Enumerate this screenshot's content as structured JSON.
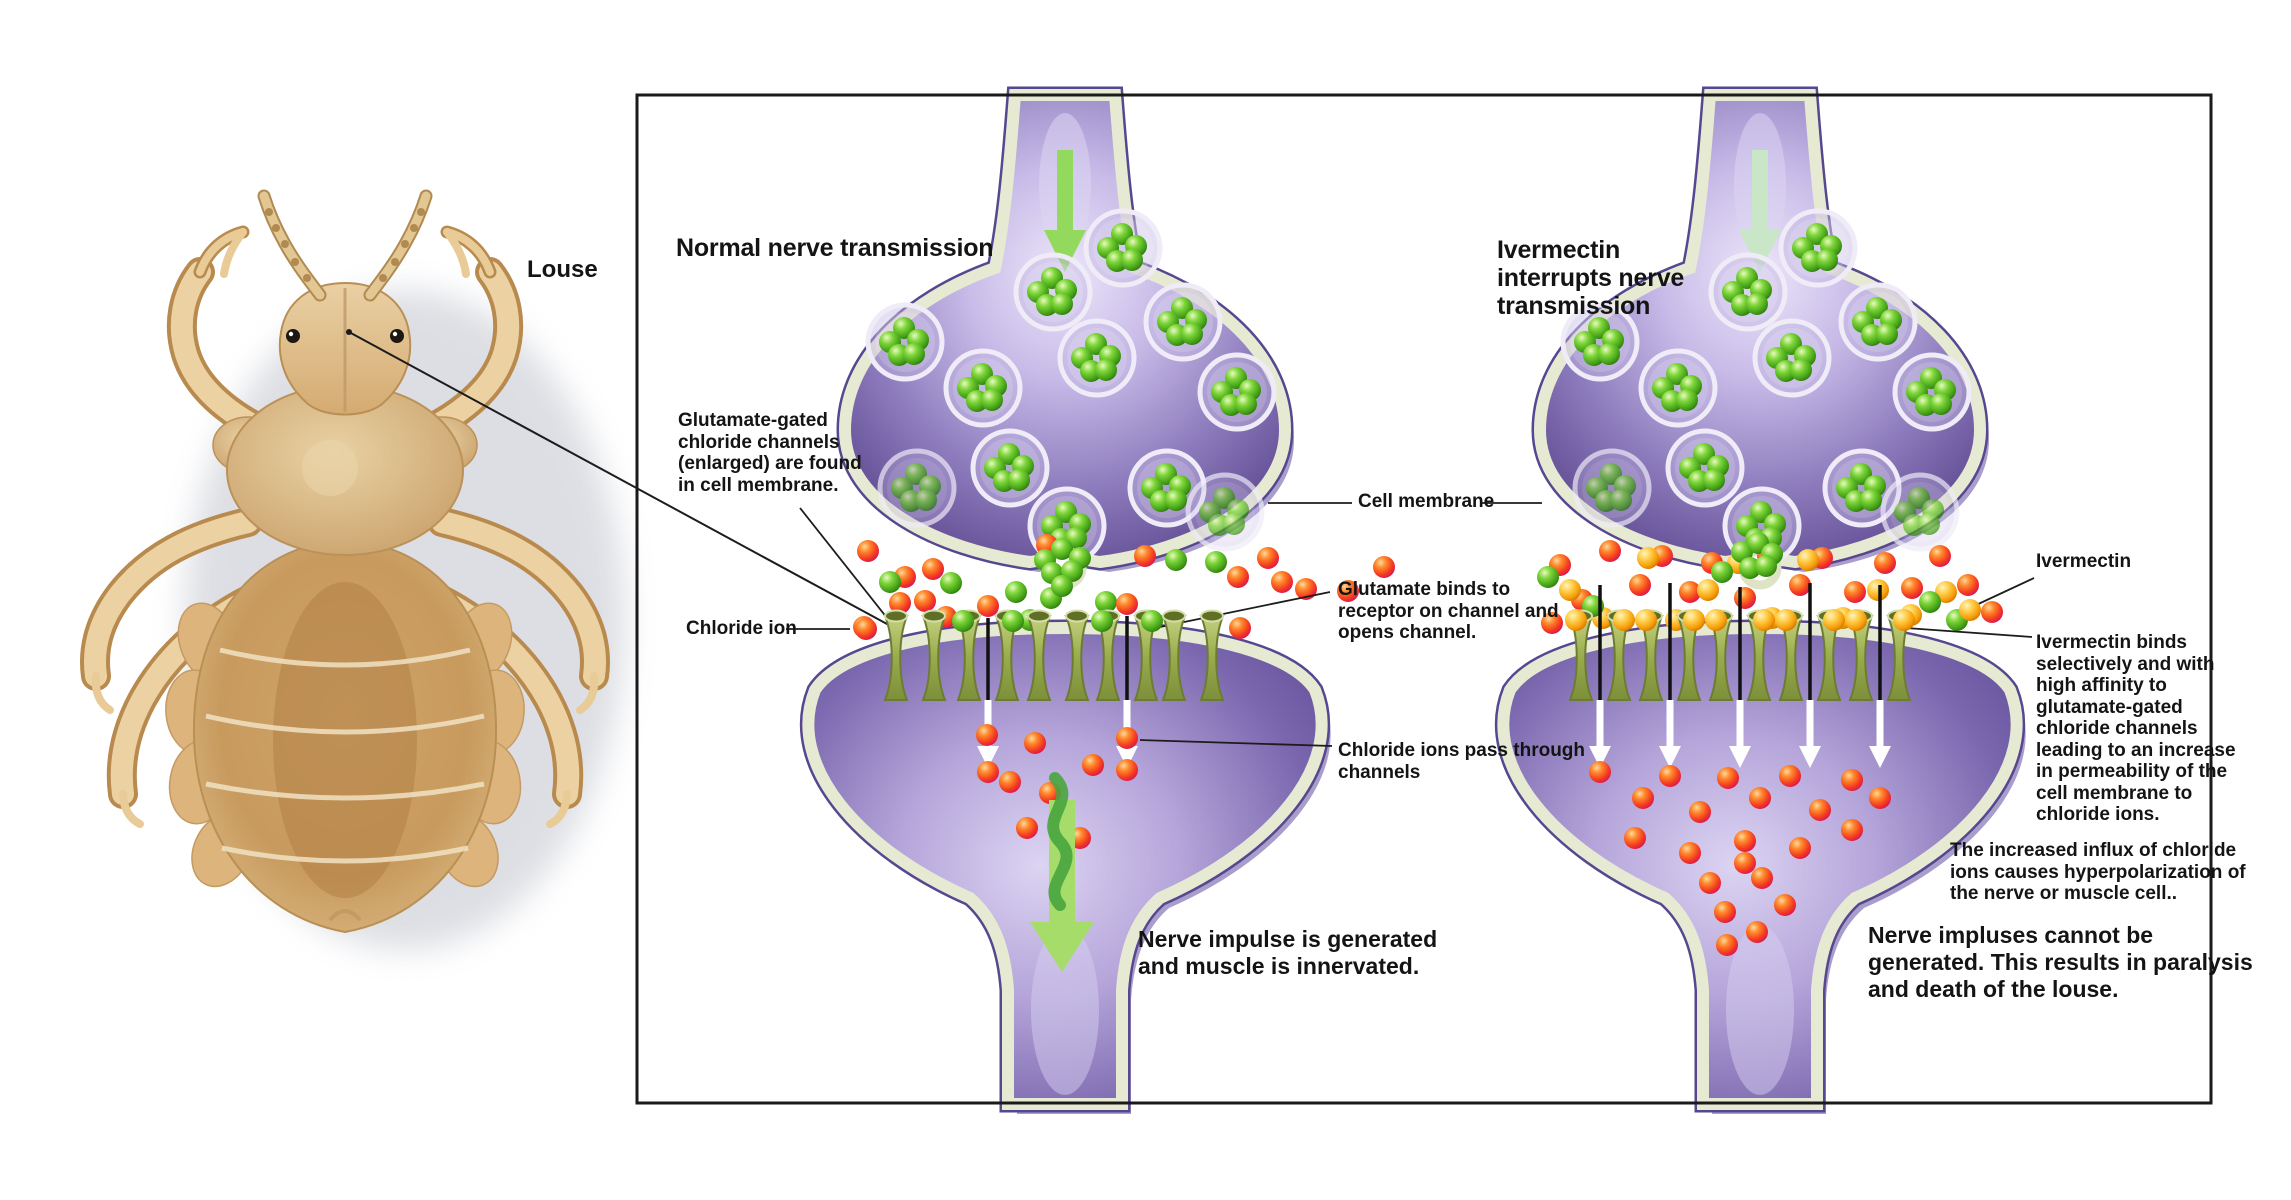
{
  "figure": {
    "louse_label": "Louse",
    "labels": {
      "cell_membrane": "Cell membrane"
    },
    "left_panel": {
      "title": "Normal nerve transmission",
      "labels": {
        "channels": "Glutamate-gated\nchloride channels\n(enlarged) are found\nin cell membrane.",
        "chloride_ion": "Chloride ion",
        "glutamate_binds": "Glutamate binds to\nreceptor on channel and\nopens channel.",
        "chloride_pass": "Chloride ions pass through\nchannels",
        "outcome": "Nerve impulse is generated\nand muscle is innervated."
      }
    },
    "right_panel": {
      "title": "Ivermectin\ninterrupts nerve\ntransmission",
      "labels": {
        "ivermectin": "Ivermectin",
        "ivermectin_binds": "Ivermectin binds\nselectively and with\nhigh affinity to\nglutamate-gated\nchloride channels\nleading to an increase\nin permeability of the\ncell membrane to\nchloride ions.",
        "influx": "The increased influx of chloride\nions causes hyperpolarization of\nthe nerve or muscle cell..",
        "outcome": "Nerve impluses cannot be\ngenerated. This results in paralysis\nand death of the louse."
      }
    },
    "colors": {
      "chloride_ion": "#e8344e",
      "glutamate": "#4aa81c",
      "ivermectin": "#f6a312",
      "channel_green": "#98ab4c",
      "membrane_cream": "#e7ead2",
      "neuron_purple": "#5a4796",
      "impulse_green": "#8ed153",
      "louse_tan": "#d9b77f"
    }
  }
}
